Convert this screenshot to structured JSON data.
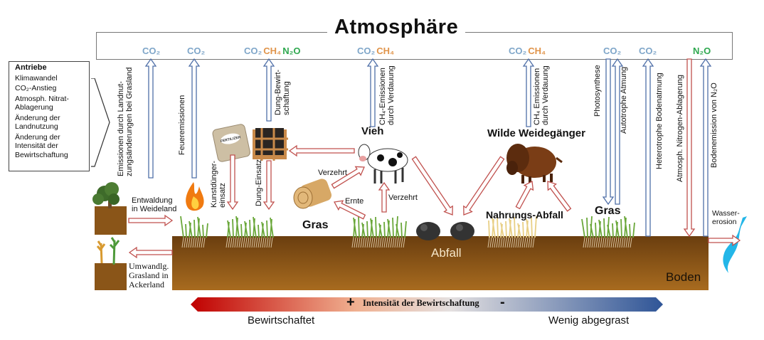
{
  "title": "Atmosphäre",
  "gases": [
    {
      "parts": [
        {
          "t": "CO₂",
          "c": "co2"
        }
      ]
    },
    {
      "parts": [
        {
          "t": "CO₂",
          "c": "co2"
        }
      ]
    },
    {
      "parts": [
        {
          "t": "CO₂",
          "c": "co2"
        },
        {
          "t": "CH₄",
          "c": "ch4"
        },
        {
          "t": "N₂O",
          "c": "n2o"
        }
      ]
    },
    {
      "parts": [
        {
          "t": "CO₂",
          "c": "co2"
        },
        {
          "t": "CH₄",
          "c": "ch4"
        }
      ]
    },
    {
      "parts": [
        {
          "t": "CO₂",
          "c": "co2"
        },
        {
          "t": "CH₄",
          "c": "ch4"
        }
      ]
    },
    {
      "parts": [
        {
          "t": "CO₂",
          "c": "co2"
        }
      ]
    },
    {
      "parts": [
        {
          "t": "CO₂",
          "c": "co2"
        }
      ]
    },
    {
      "parts": [
        {
          "t": "N₂O",
          "c": "n2o"
        }
      ]
    }
  ],
  "drivers": {
    "heading": "Antriebe",
    "items": [
      "Klimawandel",
      "CO₂-Anstieg",
      "Atmosph. Nitrat-Ablagerung",
      "Änderung der Landnutzung",
      "Änderung der Intensität der Bewirtschaftung"
    ]
  },
  "fluxes": {
    "landuse": "Emissionen durch Landnut-\nzungsänderungen bei Grasland",
    "fire": "Feueremissionen",
    "manure_mgmt": "Dung-Bewirt-\nschaftung",
    "fertilizer": "Kunstdünger-\neinsatz",
    "manure_use": "Dung-Einsatz",
    "ch4_livestock": "CH₄-Emissionen\ndurch Verdauung",
    "ch4_wild": "CH₄ Emissionen\ndurch Verdauung",
    "photosynthesis": "Photosynthese",
    "autotrophic": "Autotrophe Atmung",
    "heterotrophic": "Heterotrophe Bodenatmung",
    "n_deposition": "Atmosph. Nitrogen-Ablagerung",
    "n2o_soil": "Bodenemission von N₂O"
  },
  "labels": {
    "livestock": "Vieh",
    "wild_grazers": "Wilde Weidegänger",
    "grass_left": "Gras",
    "grass_right": "Gras",
    "food_waste": "Nahrungs-Abfall",
    "consumed_1": "Verzehrt",
    "consumed_2": "Verzehrt",
    "harvest": "Ernte",
    "deforestation": "Entwaldung\nin Weideland",
    "conversion": "Umwandlg.\nGrasland in\nAckerland",
    "erosion": "Wasser-\nerosion",
    "litter": "Abfall",
    "soil": "Boden",
    "fertilizer_bag": "FERTILIZER"
  },
  "intensity": {
    "plus": "+",
    "minus": "-",
    "label": "Intensität der Bewirtschaftung",
    "left": "Bewirtschaftet",
    "right": "Wenig abgegrast"
  },
  "colors": {
    "co2": "#7fa6c9",
    "ch4": "#e0944a",
    "n2o": "#2fa84f",
    "flow_red": "#c0504d",
    "flow_blue": "#4f6fa8"
  }
}
